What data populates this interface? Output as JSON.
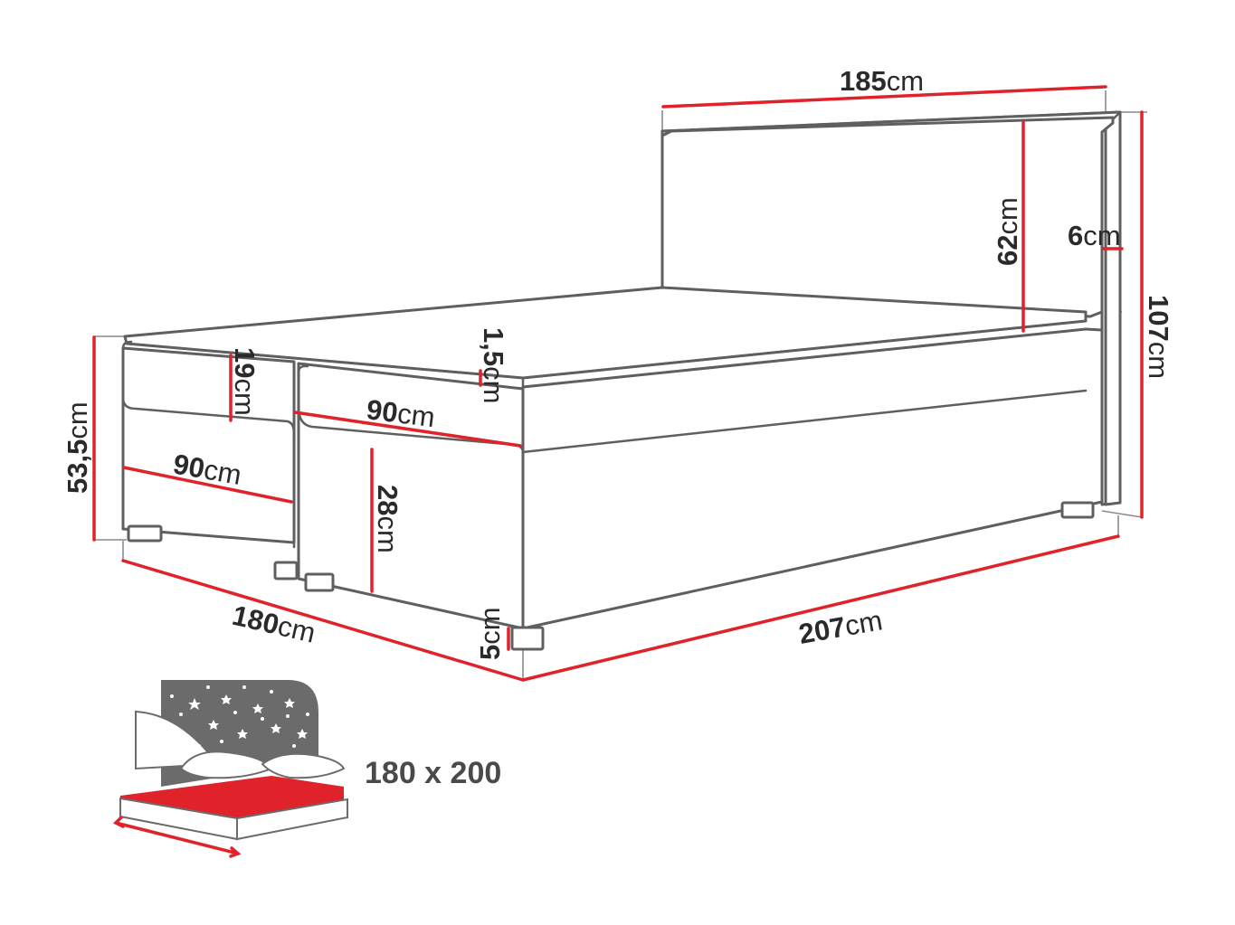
{
  "diagram": {
    "unit": "cm",
    "dimensions": {
      "headboard_width": "185",
      "headboard_height_above_mattress": "62",
      "headboard_thickness": "6",
      "total_height": "107",
      "topper_thickness": "1,5",
      "topper_section_height": "19",
      "mattress_width_right": "90",
      "mattress_width_left": "90",
      "base_height": "53,5",
      "box_height": "28",
      "leg_height": "5",
      "bed_width": "180",
      "bed_length": "207"
    },
    "mattress_size_caption": "180 x 200",
    "colors": {
      "dimension_line": "#e0232b",
      "outline": "#5f5f5f",
      "inset_dark": "#6b6b6b",
      "inset_red": "#e0232b"
    }
  }
}
